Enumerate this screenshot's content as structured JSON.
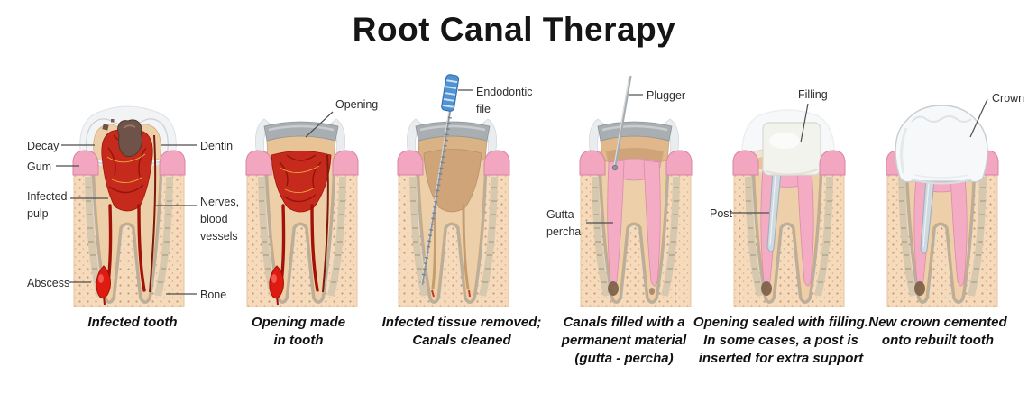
{
  "title": "Root Canal Therapy",
  "stages": [
    {
      "caption": "Infected tooth",
      "labels": {
        "decay": "Decay",
        "gum": "Gum",
        "infected_pulp": "Infected\npulp",
        "abscess": "Abscess",
        "dentin": "Dentin",
        "nerves": "Nerves,\nblood\nvessels",
        "bone": "Bone"
      }
    },
    {
      "caption": "Opening made\nin tooth",
      "labels": {
        "opening": "Opening"
      }
    },
    {
      "caption": "Infected tissue removed;\nCanals cleaned",
      "labels": {
        "endodontic_file": "Endodontic\nfile"
      }
    },
    {
      "caption": "Canals filled with a\npermanent material\n(gutta - percha)",
      "labels": {
        "plugger": "Plugger",
        "gutta_percha": "Gutta -\npercha"
      }
    },
    {
      "caption": "Opening sealed with filling.\nIn some cases, a post is\ninserted for extra support",
      "labels": {
        "filling": "Filling",
        "post": "Post"
      }
    },
    {
      "caption": "New crown cemented\nonto rebuilt tooth",
      "labels": {
        "crown": "Crown"
      }
    }
  ],
  "palette": {
    "pulp_red": "#c62a1d",
    "gum_pink": "#f2a6c0",
    "bone": "#f6dabc",
    "dentin": "#edd0a9",
    "enamel": "#f2f4f6",
    "gutta_percha_pink": "#f4abc4",
    "decay_brown": "#6f5348",
    "file_handle_blue": "#4f93d2",
    "metal_gray": "#a6abb0"
  }
}
